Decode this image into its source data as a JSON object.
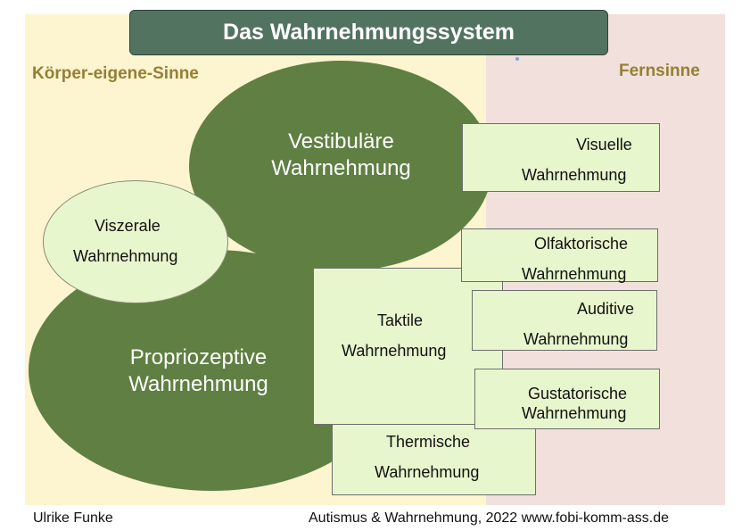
{
  "title": "Das Wahrnehmungssystem",
  "left_section_label": "Körper-eigene-Sinne",
  "right_section_label": "Fernsinne",
  "vestibular": {
    "line1": "Vestibuläre",
    "line2": "Wahrnehmung"
  },
  "propriozeptive": {
    "line1": "Propriozeptive",
    "line2": "Wahrnehmung"
  },
  "viszerale": {
    "line1": "Viszerale",
    "line2": "Wahrnehmung"
  },
  "taktile": {
    "line1": "Taktile",
    "line2": "Wahrnehmung"
  },
  "thermische": {
    "line1": "Thermische",
    "line2": "Wahrnehmung"
  },
  "visuelle": {
    "line1": "Visuelle",
    "line2": "Wahrnehmung"
  },
  "olfaktorische": {
    "line1": "Olfaktorische",
    "line2": "Wahrnehmung"
  },
  "auditive": {
    "line1": "Auditive",
    "line2": "Wahrnehmung"
  },
  "gustatorische": {
    "line1": "Gustatorische",
    "line2": "Wahrnehmung"
  },
  "footer": {
    "author": "Ulrike Funke",
    "source": "Autismus & Wahrnehmung, 2022 www.fobi-komm-ass.de"
  },
  "colors": {
    "ellipse_green": "#5f7f43",
    "box_green": "#e7f6cc",
    "title_bg": "#527360",
    "left_bg": "#fdf4d0",
    "right_bg": "#f2e0dc",
    "label_gold": "#948035"
  }
}
